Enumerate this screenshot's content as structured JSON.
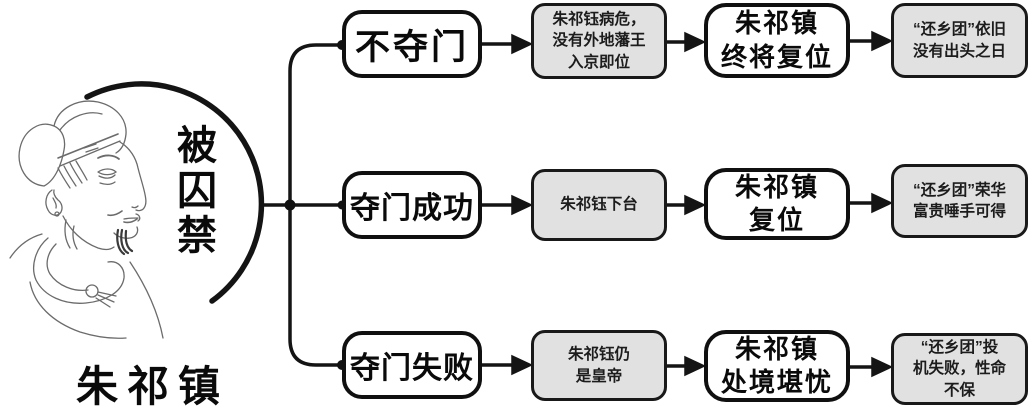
{
  "person": {
    "name": "朱祁镇",
    "status_vertical": "被囚禁"
  },
  "branches": [
    {
      "condition": "不夺门",
      "consequence": "朱祁钰病危，\n没有外地藩王\n入京即位",
      "outcome": "朱祁镇\n终将复位",
      "result": "“还乡团”依旧\n没有出头之日"
    },
    {
      "condition": "夺门成功",
      "consequence": "朱祁钰下台",
      "outcome": "朱祁镇\n复位",
      "result": "“还乡团”荣华\n富贵唾手可得"
    },
    {
      "condition": "夺门失败",
      "consequence": "朱祁钰仍\n是皇帝",
      "outcome": "朱祁镇\n处境堪忧",
      "result": "“还乡团”投\n机失败，性命\n不保"
    }
  ],
  "colors": {
    "background": "#ffffff",
    "box_fill_gray": "#e1e1e1",
    "box_fill_white": "#ffffff",
    "box_border": "#101010",
    "connector_line": "#141414",
    "portrait_line": "#6b6b6b",
    "text": "#0a0a0a"
  }
}
